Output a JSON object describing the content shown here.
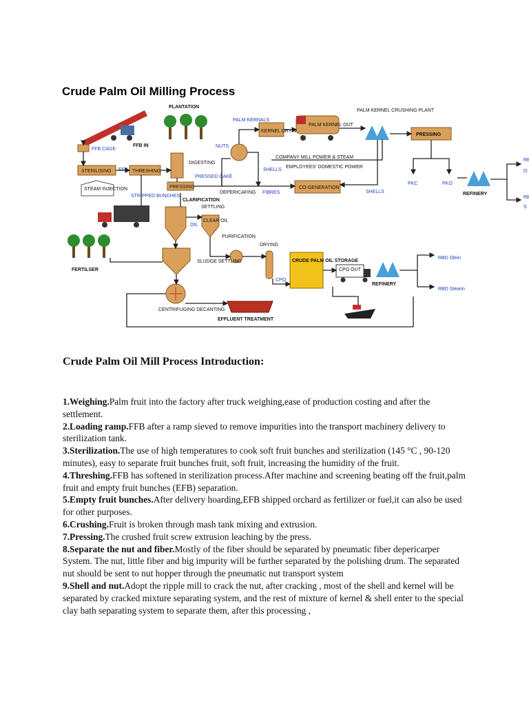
{
  "diagram": {
    "title": "Crude Palm Oil Milling Process",
    "labels": {
      "plantation": "PLANTATION",
      "ffb_in": "FFB IN",
      "ffb_cage": "FFB CAGE",
      "sterilising": "STERILISING",
      "ffb": "FFB",
      "threshing": "THRESHING",
      "steam_injection": "STEAM INJECTION",
      "digesting": "DIGESTING",
      "pressing_small": "PRESSING",
      "pressed_cake": "PRESSED CAKE",
      "stripped_bunches": "STRIPPED BUNCHES",
      "nuts": "NUTS",
      "palm_kernals": "PALM KERNALS",
      "kernel_drying": "KERNEL DRYING",
      "tanker": "PALM KERNEL OUT",
      "company_mill": "COMPANY MILL POWER & STEAM",
      "employees": "EMPLOYEES' DOMESTIC POWER",
      "shells": "SHELLS",
      "fibres": "FIBRES",
      "depericarping": "DEPERICAFING",
      "co_generation": "CO-GENERATION",
      "shells2": "SHELLS",
      "crushing_plant": "PALM KERNEL CRUSHING PLANT",
      "pressing_big": "PRESSING",
      "pkc": "PKC",
      "pko": "PKO",
      "refinery1": "REFINERY",
      "rbd_top1": "RB",
      "rbd_top2": "O",
      "rbd_bottom1": "RB",
      "rbd_bottom2": "S",
      "clarification": "CLARIFICATION",
      "settling": "SETTLING",
      "oil": "OIL",
      "clear_oil": "CLEAR OIL",
      "purification": "PURIFICATION",
      "drying": "DRYING",
      "cpo": "CPO",
      "cpo_storage": "CRUDE PALM OIL STORAGE",
      "cpo_out": "CPO OUT",
      "refinery2": "REFINERY",
      "rbd_olein": "RBD Olein",
      "rbd_stearin": "RBD Stearin",
      "sludge_settling": "SLUDGE SETTLING",
      "fertilser": "FERTILSER",
      "centrifuging": "CENTRIFUGING DECANTING",
      "effluent": "EFFLUENT TREATMENT"
    }
  },
  "intro_heading": "Crude Palm Oil Mill Process Introduction:",
  "steps": [
    {
      "head": "1.Weighing.",
      "text": "Palm fruit into the factory after truck weighing,ease of production costing and after the settlement."
    },
    {
      "head": "2.Loading ramp.",
      "text": "FFB after a ramp sieved to remove impurities into the transport machinery delivery to sterilization tank."
    },
    {
      "head": "3.Sterilization.",
      "text": "The use of high temperatures to cook soft fruit bunches and sterilization (145 °C , 90-120 minutes), easy to separate fruit bunches fruit, soft fruit, increasing the humidity of the fruit."
    },
    {
      "head": "4.Threshing.",
      "text": "FFB has softened in sterilization process.After machine and screening beating off the fruit,palm fruit and empty fruit bunches (EFB) separation."
    },
    {
      "head": "5.Empty fruit bunches.",
      "text": "After delivery hoarding,EFB shipped orchard as fertilizer or fuel,it can also be used for other purposes."
    },
    {
      "head": "6.Crushing.",
      "text": "Fruit is broken through mash tank  mixing and extrusion."
    },
    {
      "head": "7.Pressing.",
      "text": "The crushed fruit screw extrusion leaching by the press."
    },
    {
      "head": "8.Separate the nut and fiber.",
      "text": "Mostly of the fiber should be separated by pneumatic fiber depericarper System. The nut, little fiber and big impurity will be further separated by the polishing drum. The separated nut should be sent to nut hopper through the pneumatic nut transport system"
    },
    {
      "head": "9.Shell and nut.",
      "text": "Adopt the ripple mill to crack the nut, after cracking , most of the shell and kernel will be separated by cracked mixture separating system, and the rest of mixture of kernel & shell enter to the special clay bath separating system to separate them, after this processing ,"
    }
  ]
}
